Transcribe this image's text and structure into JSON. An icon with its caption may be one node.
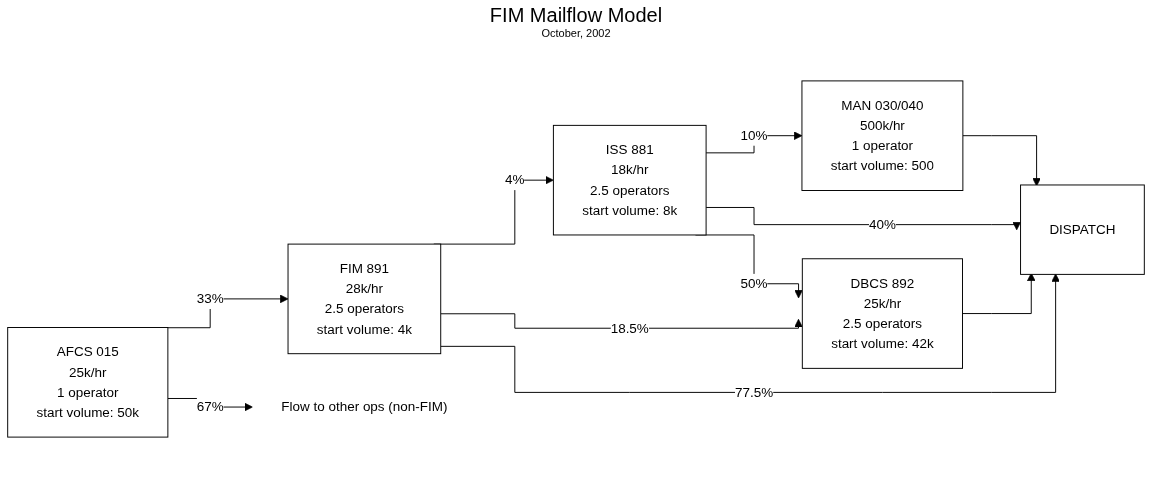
{
  "diagram": {
    "title": "FIM Mailflow Model",
    "nodes": [
      {
        "text": [
          "AFCS 015",
          "25k/hr",
          "1 operator",
          "start volume: 50k"
        ]
      },
      {
        "text": [
          "FIM 891",
          "28k/hr",
          "2.5 operators",
          "start volume: 4k"
        ]
      },
      {
        "text": [
          "ISS 881",
          "18k/hr",
          "2.5 operators",
          "start volume: 8k"
        ]
      },
      {
        "text": [
          "MAN 030/040",
          "500k/hr",
          "1 operator",
          "start volume: 500"
        ]
      },
      {
        "text": [
          "DBCS 892",
          "25k/hr",
          "2.5 operators",
          "start volume: 42k"
        ]
      },
      {
        "text": [
          "DISPATCH"
        ]
      },
      {
        "text": [
          "Flow to other ops (non-FIM)"
        ]
      }
    ],
    "edges": [
      {
        "from": 0,
        "to": 1,
        "arrow": "to",
        "label": "33%"
      },
      {
        "from": 0,
        "to": 6,
        "arrow": "to",
        "label": "67%"
      },
      {
        "from": 1,
        "to": 2,
        "arrow": "to",
        "label": "4%"
      },
      {
        "from": 1,
        "to": 4,
        "arrow": "to",
        "label": "18.5%"
      },
      {
        "from": 1,
        "to": 5,
        "arrow": "to",
        "label": "77.5%"
      },
      {
        "from": 2,
        "to": 3,
        "arrow": "to",
        "label": "10%"
      },
      {
        "from": 2,
        "to": 5,
        "arrow": "to",
        "label": "40%"
      },
      {
        "from": 2,
        "to": 4,
        "arrow": "to",
        "label": "50%"
      },
      {
        "from": 3,
        "to": 5,
        "arrow": "to"
      },
      {
        "from": 4,
        "to": 5,
        "arrow": "to"
      }
    ],
    "labels": [
      "October, 2002"
    ]
  }
}
